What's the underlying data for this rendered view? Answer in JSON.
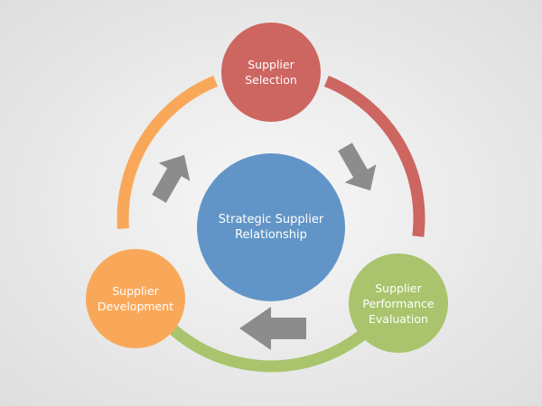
{
  "diagram": {
    "type": "cycle",
    "center": {
      "label_lines": [
        "Strategic Supplier",
        "Relationship"
      ],
      "color": "#6295c7"
    },
    "nodes": [
      {
        "id": "supplier-selection",
        "label_lines": [
          "Supplier",
          "Selection"
        ],
        "color": "#cd6561"
      },
      {
        "id": "supplier-performance-evaluation",
        "label_lines": [
          "Supplier",
          "Performance",
          "Evaluation"
        ],
        "color": "#a9c46c"
      },
      {
        "id": "supplier-development",
        "label_lines": [
          "Supplier",
          "Development"
        ],
        "color": "#f9a85a"
      }
    ],
    "connectors": [
      {
        "from": "supplier-selection",
        "to": "supplier-performance-evaluation",
        "color": "#cd6561"
      },
      {
        "from": "supplier-performance-evaluation",
        "to": "supplier-development",
        "color": "#a9c46c"
      },
      {
        "from": "supplier-development",
        "to": "supplier-selection",
        "color": "#f9a85a"
      }
    ],
    "flow_direction": "clockwise",
    "arrow_color": "#8c8c8c"
  }
}
